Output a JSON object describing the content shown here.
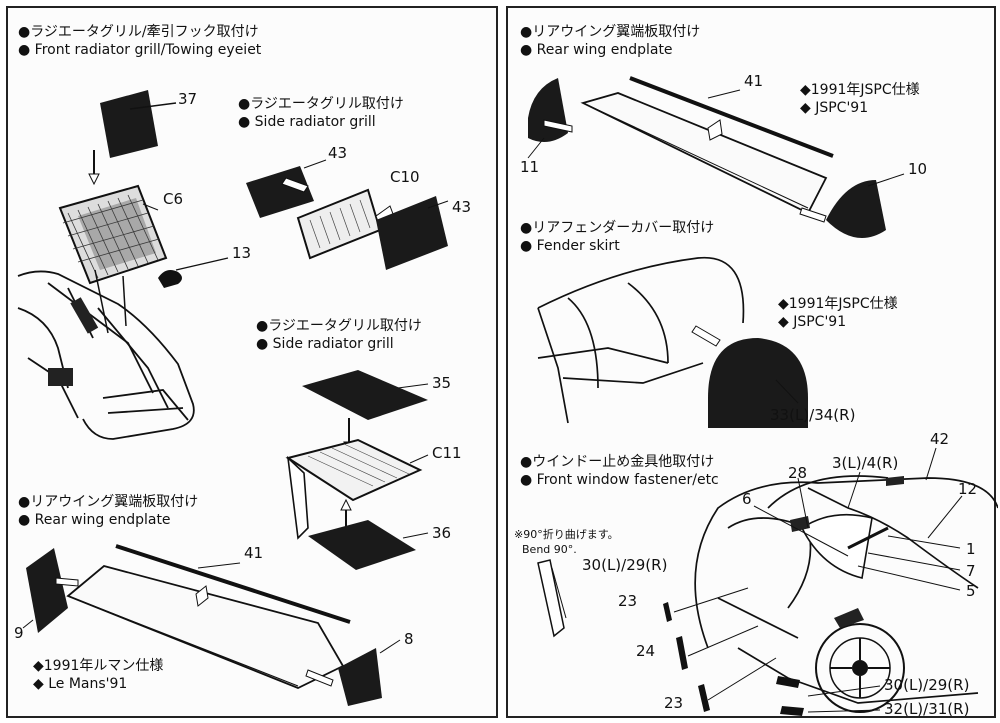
{
  "left": {
    "section1": {
      "jp": "●ラジエータグリル/牽引フック取付け",
      "en": "● Front radiator grill/Towing eyeiet"
    },
    "section2": {
      "jp": "●ラジエータグリル取付け",
      "en": "● Side radiator grill"
    },
    "section3": {
      "jp": "●ラジエータグリル取付け",
      "en": "● Side radiator grill"
    },
    "section4": {
      "jp": "●リアウイング翼端板取付け",
      "en": "● Rear wing endplate"
    },
    "spec": {
      "jp": "◆1991年ルマン仕様",
      "en": "◆ Le Mans'91"
    },
    "parts": {
      "p37": "37",
      "c6": "C6",
      "p13": "13",
      "p43a": "43",
      "c10": "C10",
      "p43b": "43",
      "p35": "35",
      "c11": "C11",
      "p36": "36",
      "p41": "41",
      "p9": "9",
      "p8": "8"
    }
  },
  "right": {
    "section1": {
      "jp": "●リアウイング翼端板取付け",
      "en": "● Rear wing endplate"
    },
    "spec1": {
      "jp": "◆1991年JSPC仕様",
      "en": "◆ JSPC'91"
    },
    "section2": {
      "jp": "●リアフェンダーカバー取付け",
      "en": "● Fender skirt"
    },
    "spec2": {
      "jp": "◆1991年JSPC仕様",
      "en": "◆ JSPC'91"
    },
    "section3": {
      "jp": "●ウインドー止め金具他取付け",
      "en": "● Front window fastener/etc"
    },
    "bend": {
      "jp": "※90°折り曲げます。",
      "en": "Bend 90°."
    },
    "parts": {
      "p41": "41",
      "p11": "11",
      "p10": "10",
      "p33_34": "33(L)/34(R)",
      "p42": "42",
      "p3_4": "3(L)/4(R)",
      "p28": "28",
      "p6": "6",
      "p12": "12",
      "p1": "1",
      "p7": "7",
      "p5": "5",
      "p30_29a": "30(L)/29(R)",
      "p23a": "23",
      "p24": "24",
      "p23b": "23",
      "p30_29b": "30(L)/29(R)",
      "p32_31": "32(L)/31(R)"
    }
  }
}
